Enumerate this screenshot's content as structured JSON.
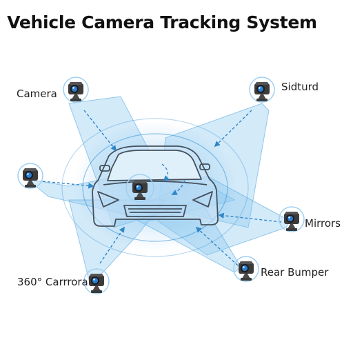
{
  "title": "Vehicle Camera Tracking System",
  "labels": {
    "camera_top_left": "Camera",
    "camera_top_right": "Sidturd",
    "camera_right": "Mirrors",
    "camera_bottom_right": "Rear Bumper",
    "camera_bottom_left": "360° Carrrora"
  },
  "colors": {
    "coverage_fill": "#8cc8ee",
    "coverage_stroke": "#5aa8dd",
    "arrow": "#2f86c8",
    "camera_body": "#3b3b3b",
    "lens": "#2a7fd4",
    "car_outline": "#44505c"
  }
}
